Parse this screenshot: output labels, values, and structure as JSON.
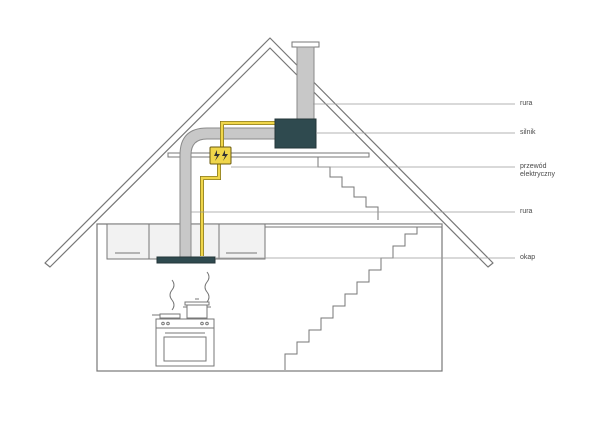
{
  "labels": {
    "rura_top": "rura",
    "silnik": "silnik",
    "przewod": "przewód\nelektryczny",
    "rura_mid": "rura",
    "okap": "okap"
  },
  "colors": {
    "outline": "#777777",
    "pipe": "#c8c8c8",
    "pipe_edge": "#8a8a8a",
    "motor": "#2f4a4f",
    "wire": "#f0d64a",
    "wire_edge": "#8a7a20",
    "cabinet": "#f2f2f2",
    "leader": "#9a9a9a"
  },
  "icons": {
    "junction_box": "lightning-bolt-icon"
  }
}
